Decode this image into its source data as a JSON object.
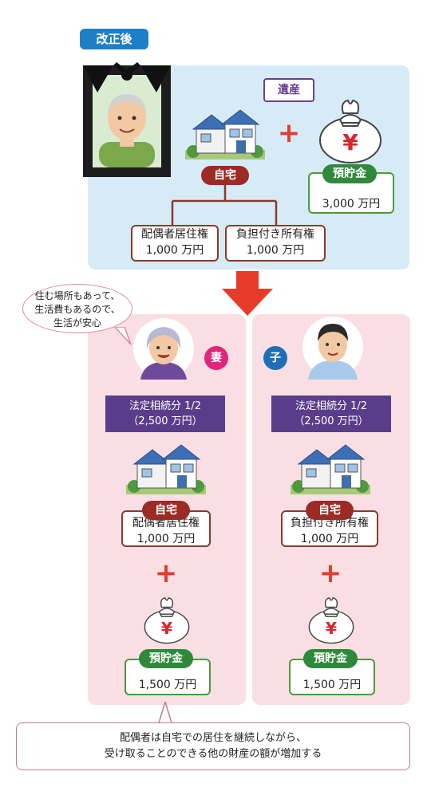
{
  "header": {
    "tag": "改正後"
  },
  "top": {
    "estate_label": "遺産",
    "home_label": "自宅",
    "savings_label": "預貯金",
    "savings_amount": "3,000 万円",
    "split": [
      {
        "label": "配偶者居住権",
        "amount": "1,000 万円"
      },
      {
        "label": "負担付き所有権",
        "amount": "1,000 万円"
      }
    ]
  },
  "wife": {
    "badge": "妻",
    "share_line1": "法定相続分 1/2",
    "share_line2": "（2,500 万円）",
    "home_label": "自宅",
    "right_label": "配偶者居住権",
    "right_amount": "1,000 万円",
    "savings_label": "預貯金",
    "savings_amount": "1,500 万円",
    "speech": [
      "住む場所もあって、",
      "生活費もあるので、",
      "生活が安心"
    ]
  },
  "child": {
    "badge": "子",
    "share_line1": "法定相続分 1/2",
    "share_line2": "（2,500 万円）",
    "home_label": "自宅",
    "right_label": "負担付き所有権",
    "right_amount": "1,000 万円",
    "savings_label": "預貯金",
    "savings_amount": "1,500 万円"
  },
  "note": {
    "line1": "配偶者は自宅での居住を継続しながら、",
    "line2": "受け取ることのできる他の財産の額が増加する"
  },
  "colors": {
    "blue_tag": "#1f7fc6",
    "top_panel": "#d7ebf7",
    "pink_panel": "#f9dfe4",
    "home_pill": "#9b2b24",
    "savings_pill": "#2e8a3a",
    "share_box": "#5a3d8a",
    "arrow": "#e63a2b",
    "wife_badge": "#e0267a",
    "child_badge": "#1f6fb8"
  },
  "symbols": {
    "plus": "+",
    "yen": "¥"
  }
}
